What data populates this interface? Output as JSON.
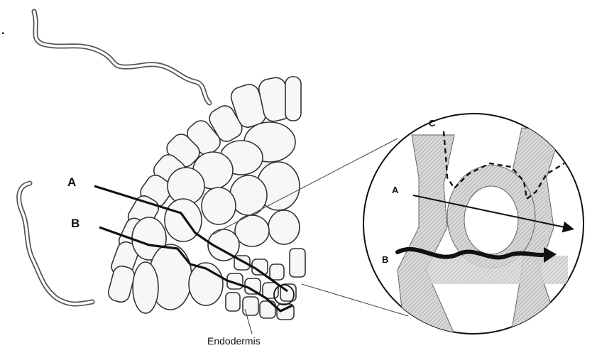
{
  "diagram": {
    "bullet": ".",
    "labels": {
      "path_a": "A",
      "path_b": "B",
      "inset_a": "A",
      "inset_b": "B",
      "inset_c": "C",
      "endodermis": "Endodermis"
    },
    "colors": {
      "ink": "#111111",
      "cell_fill": "#f7f7f7",
      "wall_hatch": "#bdbdbd",
      "outline": "#555555"
    }
  }
}
